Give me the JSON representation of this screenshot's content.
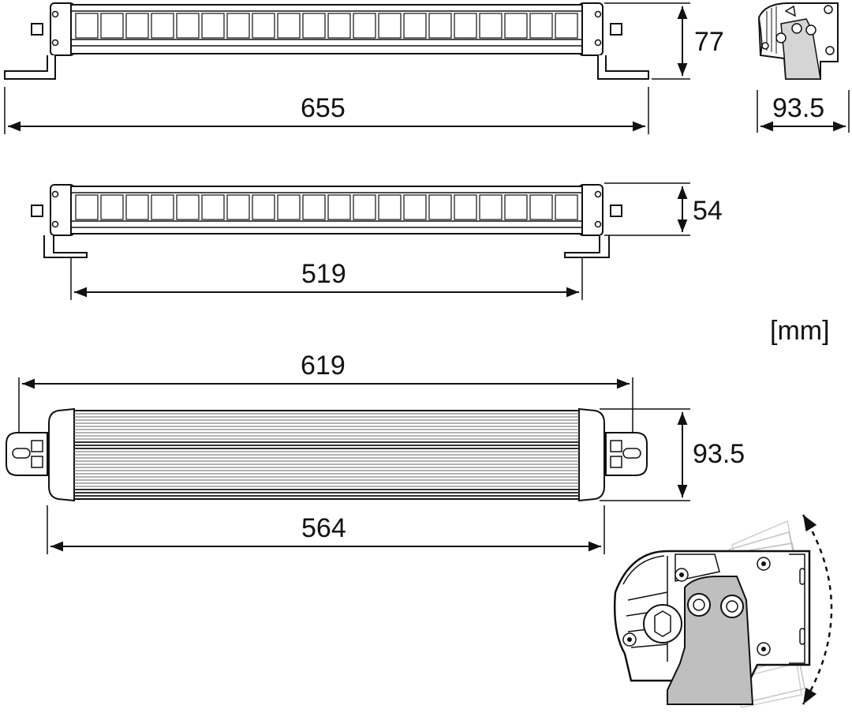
{
  "dimensions": {
    "top_length": "655",
    "top_height": "77",
    "side_depth": "93.5",
    "middle_height": "54",
    "middle_mount": "519",
    "bottom_length": "619",
    "bottom_height": "93.5",
    "bottom_body": "564"
  },
  "unit": "[mm]",
  "led_count": 20,
  "colors": {
    "line": "#111111",
    "bracket_fill": "#bfbfbf",
    "background": "#ffffff"
  }
}
